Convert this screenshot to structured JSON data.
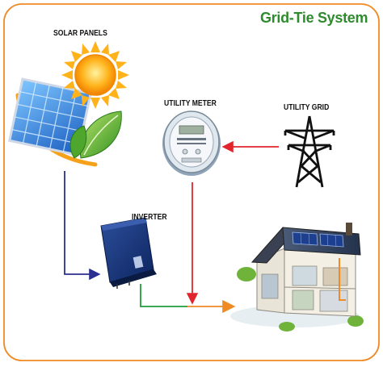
{
  "title": "Grid-Tie System",
  "labels": {
    "solar_panels": "SOLAR PANELS",
    "utility_meter": "UTILITY METER",
    "utility_grid": "UTILITY GRID",
    "inverter": "INVERTER"
  },
  "colors": {
    "frame": "#f08a24",
    "title": "#2e8b2e",
    "panel_to_inverter": "#2b2f8f",
    "inverter_to_house": "#1f9e3a",
    "meter_line": "#e0262c",
    "house_arrow": "#f08a24"
  },
  "icons": [
    "solar-panel-icon",
    "sun-icon",
    "leaf-icon",
    "utility-meter-icon",
    "transmission-tower-icon",
    "inverter-icon",
    "house-icon"
  ]
}
